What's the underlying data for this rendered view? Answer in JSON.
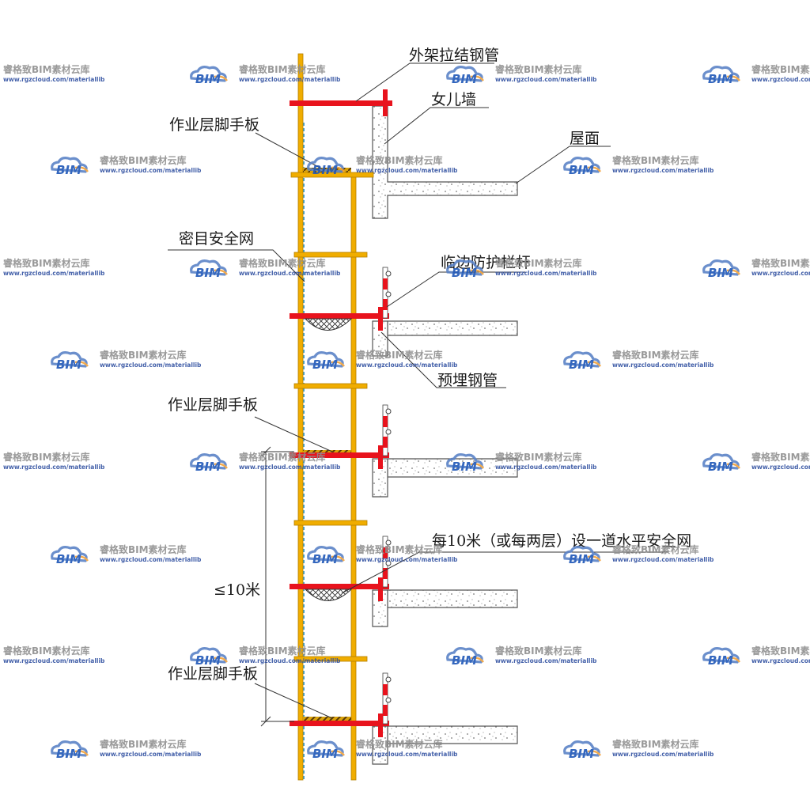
{
  "labels": {
    "tie_pipe": "外架拉结钢管",
    "parapet": "女儿墙",
    "roof": "屋面",
    "work_board_1": "作业层脚手板",
    "dense_net": "密目安全网",
    "edge_rail": "临边防护栏杆",
    "embedded_pipe": "预埋钢管",
    "work_board_2": "作业层脚手板",
    "net_rule": "每10米（或每两层）设一道水平安全网",
    "spacing": "≤10米",
    "work_board_3": "作业层脚手板"
  },
  "watermark": {
    "brand": "BIM",
    "title": "睿格致BIM素材云库",
    "url": "www.rgzcloud.com/materiallib"
  },
  "colors": {
    "pole": "#f0ad00",
    "red": "#e8131d",
    "concrete_edge": "#555555",
    "dash": "#3aa0d6",
    "cloud": "#5b83c7",
    "cloud_accent": "#f2a23a"
  }
}
